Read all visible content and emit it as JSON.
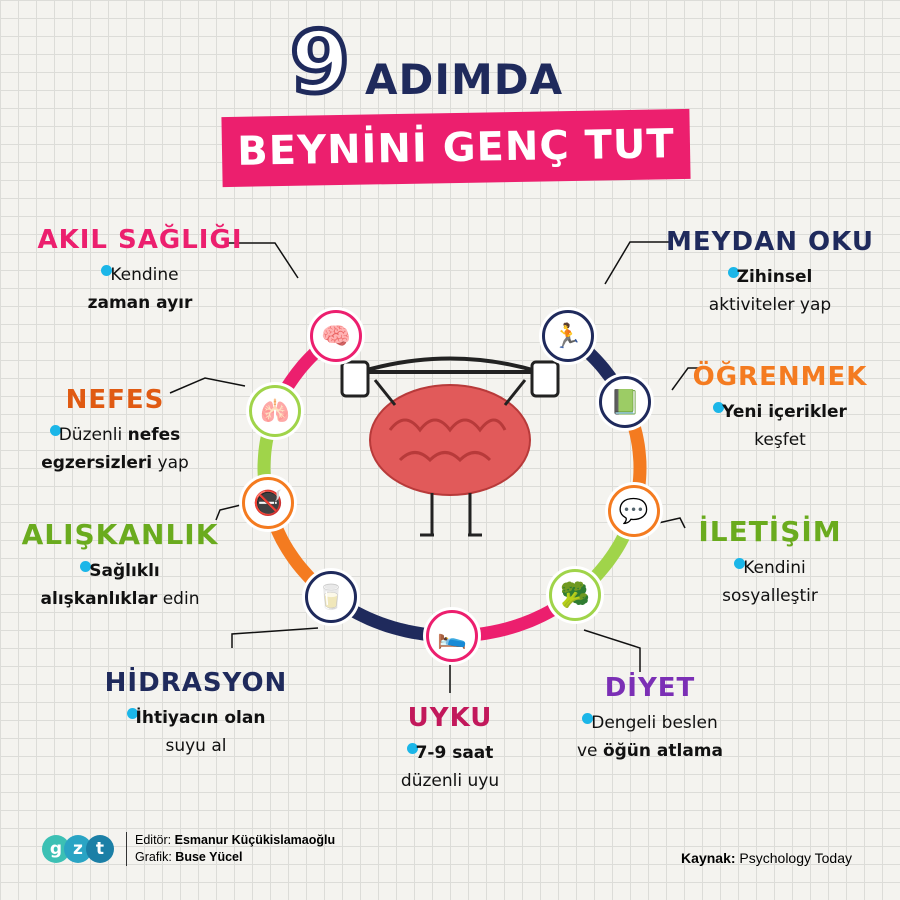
{
  "header": {
    "number": "9",
    "subtitle": "ADIMDA",
    "banner": "BEYNİNİ GENÇ TUT"
  },
  "colors": {
    "navy": "#1f2a5c",
    "pink": "#ec1f6e",
    "green": "#a0d44a",
    "orange": "#f47b20",
    "purple": "#7b2fb5",
    "dot": "#1bb6e8"
  },
  "steps": [
    {
      "title": "AKIL SAĞLIĞI",
      "line1": "Kendine",
      "line2": "zaman ayır",
      "icon": "brain-head-icon",
      "color": "#ec1f6e"
    },
    {
      "title": "NEFES",
      "line1a": "Düzenli ",
      "line1b": "nefes",
      "line2a": "egzersizleri",
      "line2b": " yap",
      "icon": "lungs-icon",
      "color": "#e05a12"
    },
    {
      "title": "ALIŞKANLIK",
      "line1": "Sağlıklı",
      "line2a": "alışkanlıklar",
      "line2b": " edin",
      "icon": "no-smoking-icon",
      "color": "#6aab1e"
    },
    {
      "title": "HİDRASYON",
      "line1": "İhtiyacın olan",
      "line2": "suyu al",
      "icon": "water-glass-icon",
      "color": "#1f2a5c"
    },
    {
      "title": "UYKU",
      "line1": "7-9 saat",
      "line2": "düzenli uyu",
      "icon": "sleep-icon",
      "color": "#c2185b"
    },
    {
      "title": "DİYET",
      "line1": "Dengeli beslen",
      "line2a": "ve ",
      "line2b": "öğün atlama",
      "icon": "vegetables-icon",
      "color": "#7b2fb5"
    },
    {
      "title": "İLETİŞİM",
      "line1": "Kendini",
      "line2": "sosyalleştir",
      "icon": "chat-icon",
      "color": "#6aab1e"
    },
    {
      "title": "ÖĞRENMEK",
      "line1": "Yeni içerikler",
      "line2": "keşfet",
      "icon": "book-icon",
      "color": "#f47b20"
    },
    {
      "title": "MEYDAN OKU",
      "line1": "Zihinsel",
      "line2": "aktiviteler yap",
      "icon": "runner-icon",
      "color": "#1f2a5c"
    }
  ],
  "footer": {
    "logo": [
      "g",
      "z",
      "t"
    ],
    "editor_label": "Editör:",
    "editor": "Esmanur Küçükislamaoğlu",
    "graphic_label": "Grafik:",
    "graphic": "Buse Yücel",
    "source_label": "Kaynak:",
    "source": "Psychology Today"
  }
}
